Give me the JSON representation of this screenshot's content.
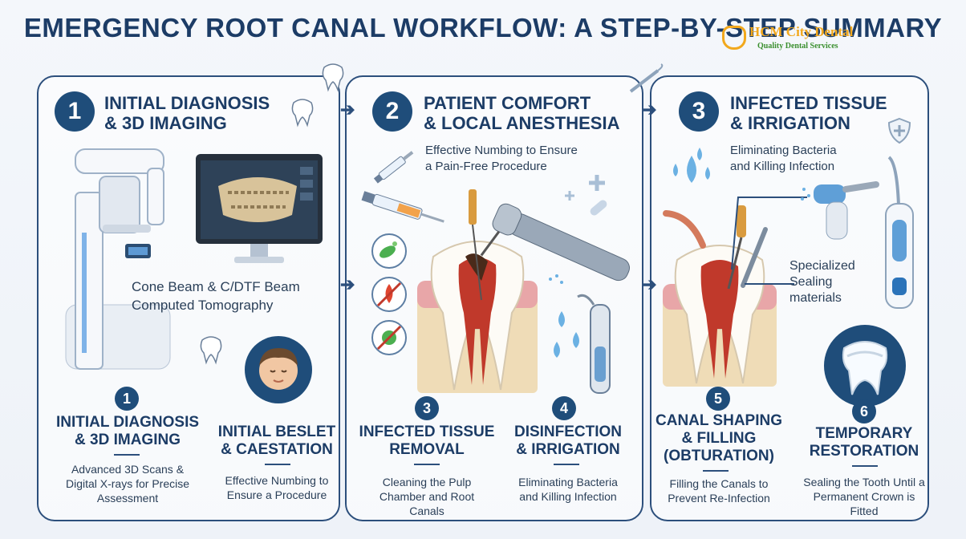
{
  "title": "EMERGENCY ROOT CANAL WORKFLOW: A STEP-BY-STEP SUMMARY",
  "logo": {
    "name": "HCM City Dental",
    "tagline": "Quality Dental Services"
  },
  "panels": [
    {
      "number": "1",
      "heading": "INITIAL DIAGNOSIS\n& 3D IMAGING",
      "image_caption": "Cone Beam & C/DTF Beam\nComputed Tomography"
    },
    {
      "number": "2",
      "heading": "PATIENT COMFORT\n& LOCAL ANESTHESIA",
      "subheading": "Effective Numbing to Ensure\na Pain-Free Procedure"
    },
    {
      "number": "3",
      "heading": "INFECTED TISSUE\n& IRRIGATION",
      "subheading": "Eliminating Bacteria\nand Killing Infection",
      "callout": "Specialized\nSealing\nmaterials"
    }
  ],
  "steps": [
    {
      "number": "1",
      "title": "INITIAL DIAGNOSIS\n& 3D IMAGING",
      "text": "Advanced 3D Scans &\nDigital X-rays for Precise\nAssessment"
    },
    {
      "title": "INITIAL BESLET\n& CAESTATION",
      "text": "Effective Numbing to\nEnsure a Procedure"
    },
    {
      "number": "3",
      "title": "INFECTED TISSUE\nREMOVAL",
      "text": "Cleaning the Pulp\nChamber and Root\nCanals"
    },
    {
      "number": "4",
      "title": "DISINFECTION\n& IRRIGATION",
      "text": "Eliminating Bacteria\nand Killing Infection"
    },
    {
      "number": "5",
      "title": "CANAL SHAPING\n& FILLING\n(OBTURATION)",
      "text": "Filling the Canals to\nPrevent Re-Infection"
    },
    {
      "number": "6",
      "title": "TEMPORARY\nRESTORATION",
      "text": "Sealing the Tooth Until a\nPermanent Crown is\nFitted"
    }
  ],
  "colors": {
    "navy": "#1f4d7a",
    "title": "#1c3c66",
    "gum": "#e8a6a8",
    "pulp": "#c0392b",
    "bone": "#efdcb7",
    "logo_orange": "#f2a81d",
    "logo_green": "#3b8f2f"
  },
  "icons": [
    "cbct-scanner-icon",
    "monitor-xray-icon",
    "tooth-icon",
    "patient-avatar-icon",
    "syringe-icon",
    "dental-drill-icon",
    "bacteria-icon",
    "water-drop-icon",
    "irrigation-handpiece-icon",
    "shield-icon",
    "crown-tooth-icon"
  ]
}
